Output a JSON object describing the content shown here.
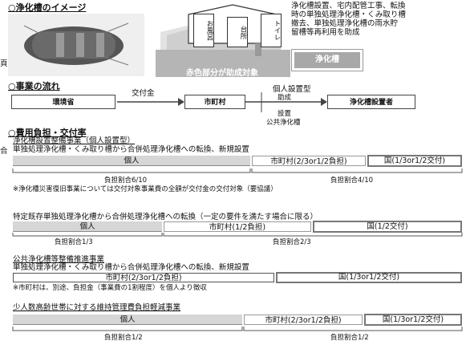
{
  "left_fragments": {
    "a": "頁",
    "b": "合"
  },
  "section1": {
    "title": "○浄化槽のイメージ",
    "house_labels": [
      "お風呂",
      "台所",
      "トイレ"
    ],
    "tank_label": "浄化槽",
    "subsidy_note": "赤色部分が助成対象",
    "description": [
      "浄化槽設置、宅内配管工事、転換",
      "時の単独処理浄化槽・くみ取り槽",
      "撤去、単独処理浄化槽の雨水貯",
      "留槽等再利用を助成"
    ]
  },
  "section2": {
    "title": "○事業の流れ",
    "grant_label": "交付金",
    "nodes": [
      "環境省",
      "市町村",
      "浄化槽設置者"
    ],
    "type_individual": "個人設置型",
    "aid": "助成",
    "install": "設置",
    "type_public": "公共浄化槽"
  },
  "section3": {
    "title": "○費用負担・交付率",
    "proj1": {
      "title": "浄化槽設置整備事業（個人設置型）",
      "desc": "単独処理浄化槽・くみ取り槽から合併処理浄化槽への転換、新規設置",
      "bar_left": "個人",
      "bar_mid": "市町村(2/3or1/2負担)",
      "bar_right": "国(1/3or1/2交付)",
      "ratio_left": "負担割合6/10",
      "ratio_right": "負担割合4/10",
      "note": "※浄化槽災害復旧事業については交付対象事業費の全額が交付金の交付対象（要協議）"
    },
    "proj2": {
      "desc": "特定既存単独処理浄化槽から合併処理浄化槽への転換（一定の要件を満たす場合に限る）",
      "bar_left": "個人",
      "bar_mid": "市町村(1/2負担)",
      "bar_right": "国(1/2交付)",
      "ratio_left": "負担割合1/3",
      "ratio_right": "負担割合2/3"
    },
    "proj3": {
      "title": "公共浄化槽等整備推進事業",
      "desc": "単独処理浄化槽・くみ取り槽から合併処理浄化槽への転換、新規設置",
      "bar_left": "市町村(2/3or1/2負担)",
      "bar_right": "国(1/3or1/2交付)",
      "note": "※市町村は、別途、負担金（事業費の1割程度）を個人より徴収"
    },
    "proj4": {
      "title": "少人数高齢世帯に対する維持管理費負担軽減事業",
      "bar_left": "個人",
      "bar_mid": "市町村(2/3or1/2負担)",
      "bar_right": "国(1/3or1/2交付)",
      "ratio_left": "負担割合1/2",
      "ratio_right": "負担割合1/2"
    }
  }
}
